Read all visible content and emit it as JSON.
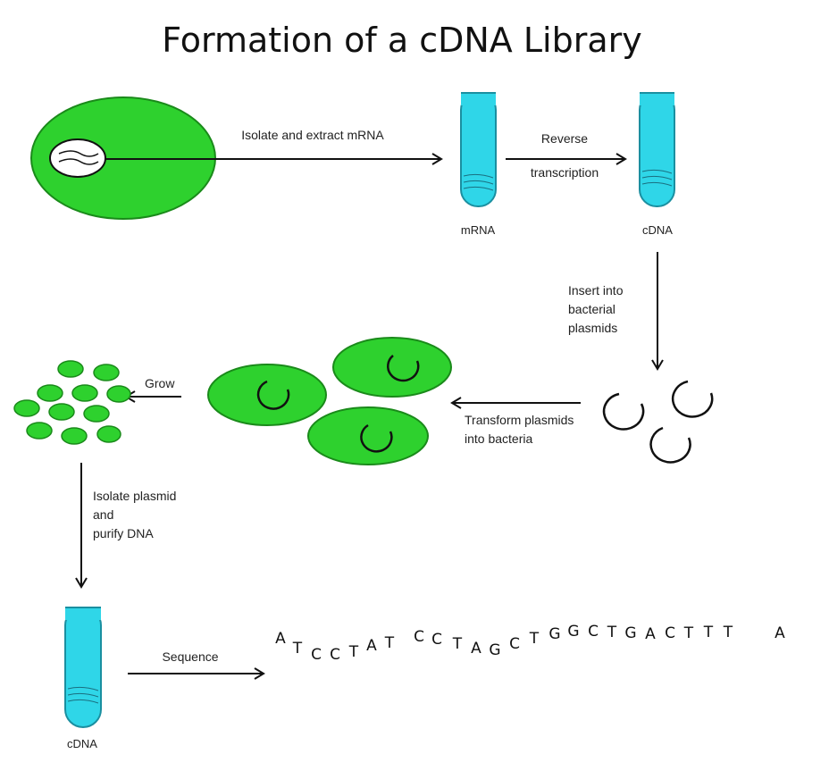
{
  "title": "Formation of a cDNA Library",
  "steps": {
    "extract_label": "Isolate and extract mRNA",
    "reverse_label_line1": "Reverse",
    "reverse_label_line2": "transcription",
    "insert_label_line1": "Insert into",
    "insert_label_line2": "bacterial",
    "insert_label_line3": "plasmids",
    "transform_label_line1": "Transform plasmids",
    "transform_label_line2": "into bacteria",
    "grow_label": "Grow",
    "isolate_label_line1": "Isolate plasmid",
    "isolate_label_line2": "and",
    "isolate_label_line3": "purify DNA",
    "sequence_label": "Sequence"
  },
  "tubes": {
    "mrna_label": "mRNA",
    "cdna_label": "cDNA",
    "purified_label": "cDNA"
  },
  "sequence_letters": [
    "A",
    "T",
    "C",
    "C",
    "T",
    "A",
    "T",
    "C",
    "C",
    "T",
    "A",
    "G",
    "C",
    "T",
    "G",
    "G",
    "C",
    "T",
    "G",
    "A",
    "C",
    "T",
    "T",
    "T",
    "A"
  ],
  "colors": {
    "cell_green": "#2ed12e",
    "cell_stroke": "#1a8a1a",
    "tube_cyan": "#2fd6e8",
    "tube_stroke": "#1a8fa0",
    "line": "#111111"
  }
}
